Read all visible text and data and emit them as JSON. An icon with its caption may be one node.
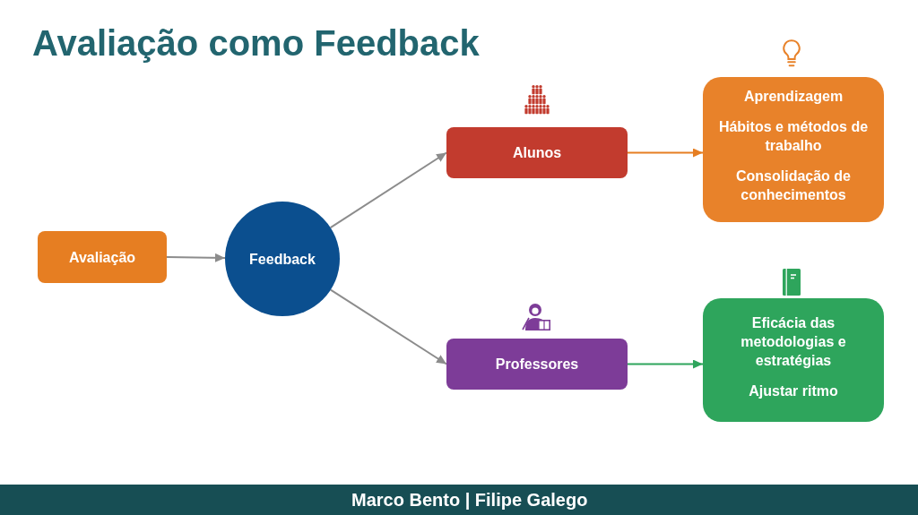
{
  "diagram": {
    "title": "Avaliação como Feedback",
    "nodes": [
      {
        "text": [
          "Avaliação"
        ]
      },
      {
        "text": [
          "Feedback"
        ]
      },
      {
        "text": [
          "Alunos"
        ]
      },
      {
        "text": [
          "Aprendizagem",
          "Hábitos e métodos de trabalho",
          "Consolidação de conhecimentos"
        ]
      },
      {
        "text": [
          "Professores"
        ]
      },
      {
        "text": [
          "Eficácia das metodologias e estratégias",
          "Ajustar ritmo"
        ]
      }
    ],
    "edges": [
      {
        "from": 0,
        "to": 1,
        "arrow": "to"
      },
      {
        "from": 1,
        "to": 2,
        "arrow": "to"
      },
      {
        "from": 1,
        "to": 4,
        "arrow": "to"
      },
      {
        "from": 2,
        "to": 3,
        "arrow": "to",
        "color": "#e67e22"
      },
      {
        "from": 4,
        "to": 5,
        "arrow": "to",
        "color": "#2ea55c"
      }
    ],
    "labels": [
      "Marco Bento | Filipe Galego"
    ]
  }
}
